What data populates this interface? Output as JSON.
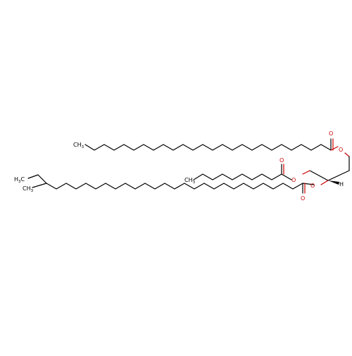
{
  "colors": {
    "bond": "#000000",
    "oxygen": "#cc0000",
    "background": "#ffffff"
  },
  "labels": {
    "o": "O",
    "h": "H",
    "ch3_c": "CH",
    "ch3_sub": "3",
    "h3c_h": "H",
    "h3c_sub": "3",
    "h3c_c": "C"
  }
}
